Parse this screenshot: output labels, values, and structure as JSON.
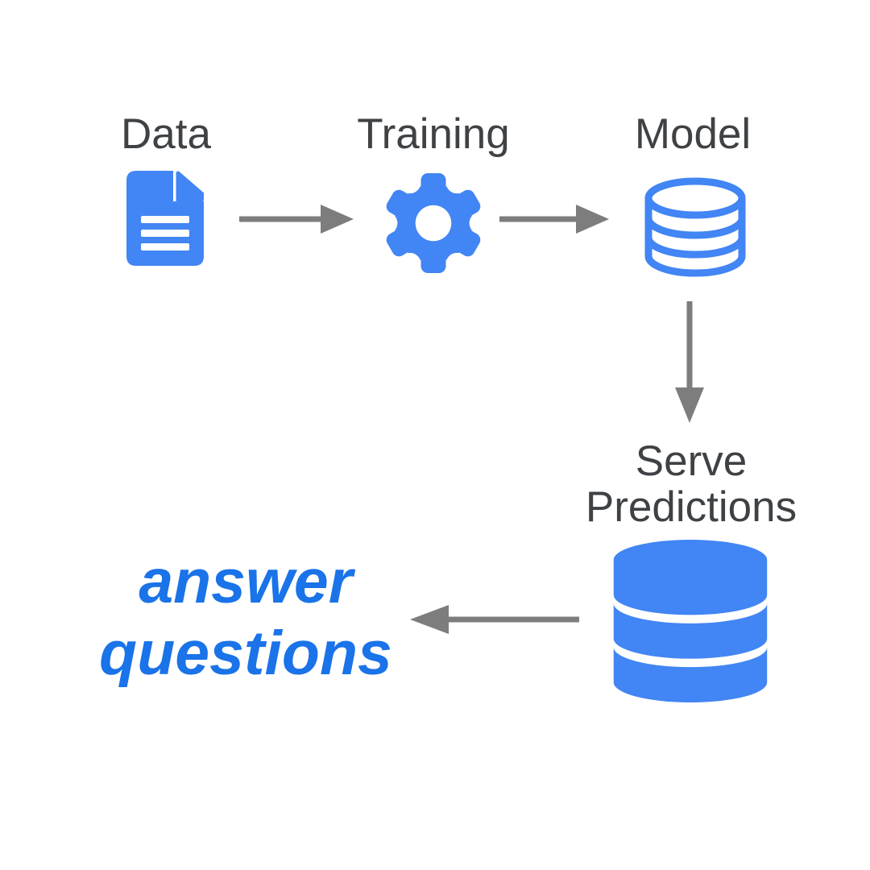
{
  "palette": {
    "bg": "#ffffff",
    "icon_blue": "#4285f4",
    "accent_blue": "#1a73e8",
    "arrow_gray": "#7d7d7d",
    "label_gray": "#3f4245"
  },
  "nodes": [
    {
      "id": "data",
      "label": "Data",
      "icon": "document-icon"
    },
    {
      "id": "training",
      "label": "Training",
      "icon": "gear-icon"
    },
    {
      "id": "model",
      "label": "Model",
      "icon": "database-outline-icon"
    },
    {
      "id": "serve",
      "label_line1": "Serve",
      "label_line2": "Predictions",
      "icon": "database-filled-icon"
    }
  ],
  "arrows": [
    {
      "from": "data",
      "to": "training",
      "direction": "right"
    },
    {
      "from": "training",
      "to": "model",
      "direction": "right"
    },
    {
      "from": "model",
      "to": "serve",
      "direction": "down"
    },
    {
      "from": "serve",
      "to": "answer-questions",
      "direction": "left"
    }
  ],
  "annotation": {
    "line1": "answer",
    "line2": "questions"
  }
}
